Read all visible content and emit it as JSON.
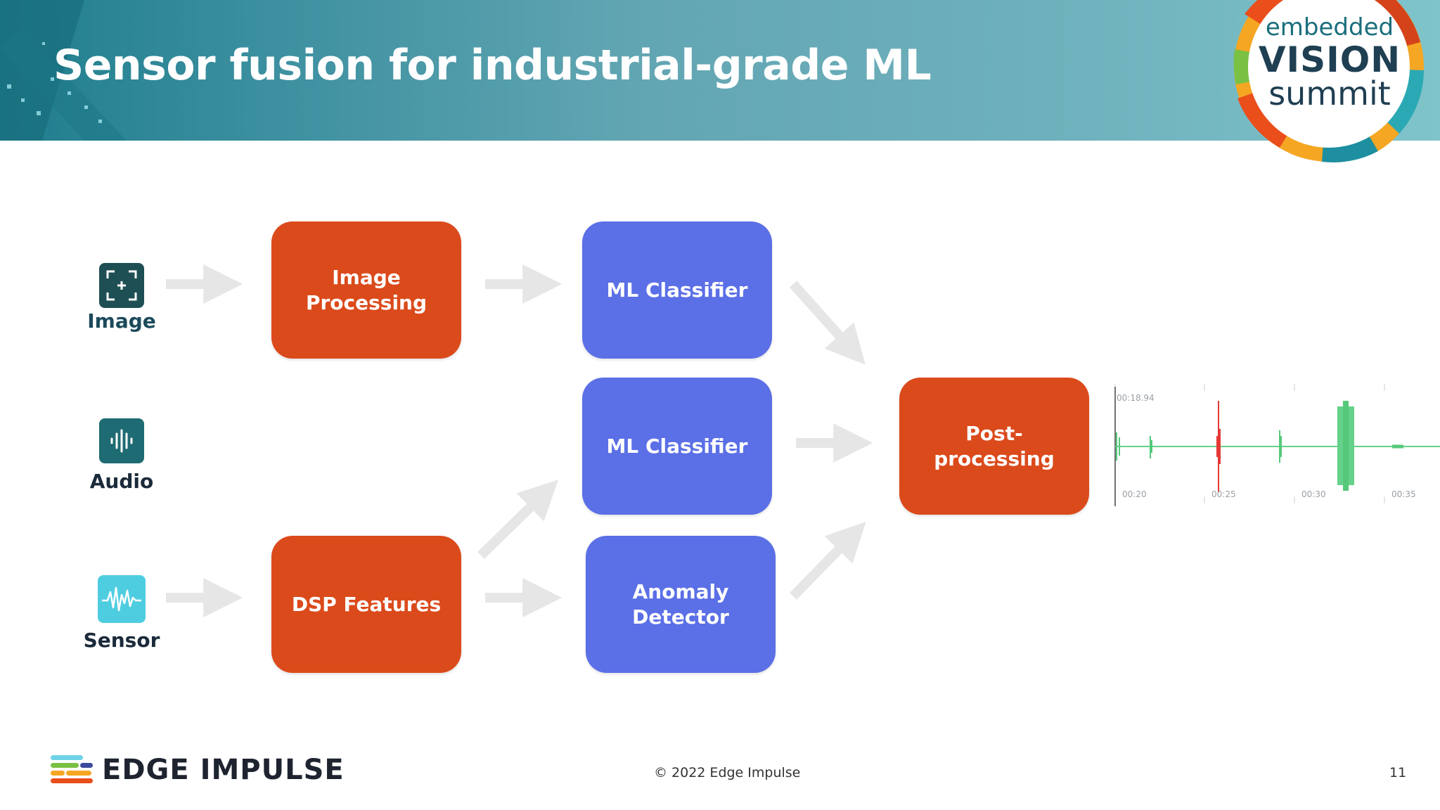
{
  "header": {
    "title": "Sensor fusion for industrial-grade ML",
    "logo": {
      "line1": "embedded",
      "line2": "VISION",
      "line3": "summit"
    }
  },
  "inputs": [
    {
      "label": "Image",
      "icon": "image-capture-icon"
    },
    {
      "label": "Audio",
      "icon": "audio-wave-icon"
    },
    {
      "label": "Sensor",
      "icon": "sensor-wave-icon"
    }
  ],
  "blocks": {
    "image_processing": "Image\nProcessing",
    "dsp_features": "DSP Features",
    "ml_classifier_1": "ML Classifier",
    "ml_classifier_2": "ML Classifier",
    "anomaly_detector": "Anomaly\nDetector",
    "post_processing": "Post-\nprocessing"
  },
  "waveform": {
    "timestamp": "00:18.94",
    "ticks": [
      "00:20",
      "00:25",
      "00:30",
      "00:35"
    ]
  },
  "footer": {
    "brand": "EDGE IMPULSE",
    "copyright": "© 2022 Edge Impulse",
    "page": "11"
  },
  "colors": {
    "orange_block": "#db4a1b",
    "blue_block": "#5b6fe6",
    "arrow": "#e6e6e6",
    "header": "#63a6b3"
  }
}
